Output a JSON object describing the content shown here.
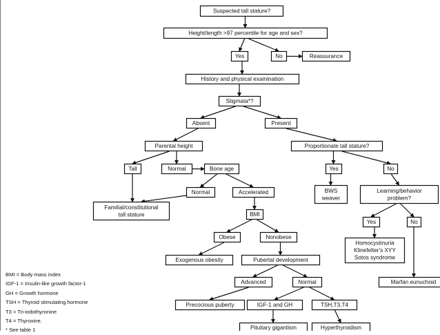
{
  "nodes": [
    {
      "id": "suspected",
      "text": [
        "Suspected tall stature?"
      ]
    },
    {
      "id": "height",
      "text": [
        "Height/length >97 percentile for age and sex?"
      ]
    },
    {
      "id": "yes1",
      "text": [
        "Yes"
      ]
    },
    {
      "id": "no1",
      "text": [
        "No"
      ]
    },
    {
      "id": "reassurance",
      "text": [
        "Reassurance"
      ]
    },
    {
      "id": "history",
      "text": [
        "History and physical examination"
      ]
    },
    {
      "id": "stigmata",
      "text": [
        "Stigmata*?"
      ]
    },
    {
      "id": "absent",
      "text": [
        "Absent"
      ]
    },
    {
      "id": "present",
      "text": [
        "Present"
      ]
    },
    {
      "id": "parental",
      "text": [
        "Parental height"
      ]
    },
    {
      "id": "proportionate",
      "text": [
        "Proportionate tall stature?"
      ]
    },
    {
      "id": "tall",
      "text": [
        "Tall"
      ]
    },
    {
      "id": "normalph",
      "text": [
        "Normal"
      ]
    },
    {
      "id": "boneage",
      "text": [
        "Bone age"
      ]
    },
    {
      "id": "yes2",
      "text": [
        "Yes"
      ]
    },
    {
      "id": "no2",
      "text": [
        "No"
      ]
    },
    {
      "id": "normalba",
      "text": [
        "Normal"
      ]
    },
    {
      "id": "accelerated",
      "text": [
        "Accelerated"
      ]
    },
    {
      "id": "bws",
      "text": [
        "BWS",
        "weaver"
      ]
    },
    {
      "id": "learning",
      "text": [
        "Learning/behavior",
        "problem?"
      ]
    },
    {
      "id": "familial",
      "text": [
        "Familial/constitutional",
        "tall stature"
      ]
    },
    {
      "id": "bmi",
      "text": [
        "BMI"
      ]
    },
    {
      "id": "obese",
      "text": [
        "Obese"
      ]
    },
    {
      "id": "nonobese",
      "text": [
        "Nonobese"
      ]
    },
    {
      "id": "yes3",
      "text": [
        "Yes"
      ]
    },
    {
      "id": "no3",
      "text": [
        "No"
      ]
    },
    {
      "id": "exogenous",
      "text": [
        "Exogenous obesity"
      ]
    },
    {
      "id": "pubertal",
      "text": [
        "Pubertal development"
      ]
    },
    {
      "id": "homocystinuria",
      "text": [
        "Homocystinuria",
        "Klinefelter's XYY",
        "Sotos syndrome"
      ]
    },
    {
      "id": "advanced",
      "text": [
        "Advanced"
      ]
    },
    {
      "id": "normalpd",
      "text": [
        "Normal"
      ]
    },
    {
      "id": "marfan",
      "text": [
        "Marfan eunuchoid"
      ]
    },
    {
      "id": "precocious",
      "text": [
        "Precocious puberty"
      ]
    },
    {
      "id": "igf",
      "text": [
        "IGF-1 and GH"
      ]
    },
    {
      "id": "tsh",
      "text": [
        "TSH,T3,T4"
      ]
    },
    {
      "id": "pituitary",
      "text": [
        "Pituitary gigantism"
      ]
    },
    {
      "id": "hyper",
      "text": [
        "Hyperthyroidism"
      ]
    }
  ],
  "edges": [
    [
      "suspected",
      "height"
    ],
    [
      "height",
      "yes1"
    ],
    [
      "height",
      "no1"
    ],
    [
      "no1",
      "reassurance"
    ],
    [
      "yes1",
      "history"
    ],
    [
      "history",
      "stigmata"
    ],
    [
      "stigmata",
      "absent"
    ],
    [
      "stigmata",
      "present"
    ],
    [
      "absent",
      "parental"
    ],
    [
      "present",
      "proportionate"
    ],
    [
      "parental",
      "tall"
    ],
    [
      "parental",
      "normalph"
    ],
    [
      "normalph",
      "boneage"
    ],
    [
      "tall",
      "familial"
    ],
    [
      "boneage",
      "normalba"
    ],
    [
      "boneage",
      "accelerated"
    ],
    [
      "normalba",
      "familial"
    ],
    [
      "accelerated",
      "bmi"
    ],
    [
      "bmi",
      "obese"
    ],
    [
      "bmi",
      "nonobese"
    ],
    [
      "obese",
      "exogenous"
    ],
    [
      "nonobese",
      "pubertal"
    ],
    [
      "pubertal",
      "advanced"
    ],
    [
      "pubertal",
      "normalpd"
    ],
    [
      "advanced",
      "precocious"
    ],
    [
      "normalpd",
      "igf"
    ],
    [
      "normalpd",
      "tsh"
    ],
    [
      "igf",
      "pituitary"
    ],
    [
      "tsh",
      "hyper"
    ],
    [
      "proportionate",
      "yes2"
    ],
    [
      "proportionate",
      "no2"
    ],
    [
      "yes2",
      "bws"
    ],
    [
      "no2",
      "learning"
    ],
    [
      "learning",
      "yes3"
    ],
    [
      "learning",
      "no3"
    ],
    [
      "yes3",
      "homocystinuria"
    ],
    [
      "no3",
      "marfan"
    ]
  ],
  "legend": [
    "BMI = Body mass index",
    "IGF-1 = Insulin-like growth factor-1",
    "GH = Growth hormone",
    "TSH = Thyroid stimulating hormone",
    "T3 = Tri-iodothyronine",
    "T4 = Thyroxine.",
    "* See table 1"
  ],
  "colors": {
    "stroke": "#111111",
    "background": "#ffffff"
  }
}
